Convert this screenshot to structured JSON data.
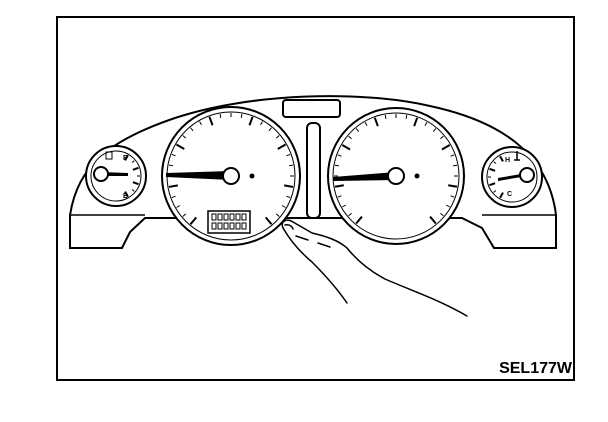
{
  "figure": {
    "code": "SEL177W",
    "fuel_gauge_letters": [
      "F",
      "E"
    ],
    "temp_gauge_letters": [
      "H",
      "C"
    ]
  },
  "colors": {
    "ink": "#000000",
    "paper": "#ffffff"
  }
}
